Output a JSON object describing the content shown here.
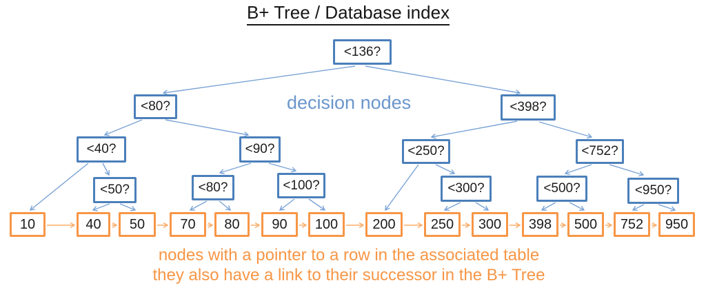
{
  "title": "B+ Tree / Database index",
  "captions": {
    "decision_nodes_label": "decision nodes",
    "leaf_note_line1": "nodes with a pointer to a row in the associated table",
    "leaf_note_line2": "they also have a link to their successor in the B+ Tree"
  },
  "colors": {
    "decision_node_border": "#4b7fba",
    "decision_edge": "#7aa3d6",
    "decision_caption_text": "#6b96cc",
    "leaf_node_border": "#f79646",
    "leaf_edge": "#fbad69",
    "leaf_caption_text": "#f79646",
    "node_text": "#1c1c1c",
    "title_text": "#161616"
  },
  "tree": {
    "decision_nodes": [
      {
        "label": "<136?"
      },
      {
        "label": "<80?"
      },
      {
        "label": "<398?"
      },
      {
        "label": "<40?"
      },
      {
        "label": "<90?"
      },
      {
        "label": "<250?"
      },
      {
        "label": "<752?"
      },
      {
        "label": "<50?"
      },
      {
        "label": "<80?"
      },
      {
        "label": "<100?"
      },
      {
        "label": "<300?"
      },
      {
        "label": "<500?"
      },
      {
        "label": "<950?"
      }
    ],
    "leaf_nodes": [
      {
        "value": "10"
      },
      {
        "value": "40"
      },
      {
        "value": "50"
      },
      {
        "value": "70"
      },
      {
        "value": "80"
      },
      {
        "value": "90"
      },
      {
        "value": "100"
      },
      {
        "value": "200"
      },
      {
        "value": "250"
      },
      {
        "value": "300"
      },
      {
        "value": "398"
      },
      {
        "value": "500"
      },
      {
        "value": "752"
      },
      {
        "value": "950"
      }
    ]
  }
}
